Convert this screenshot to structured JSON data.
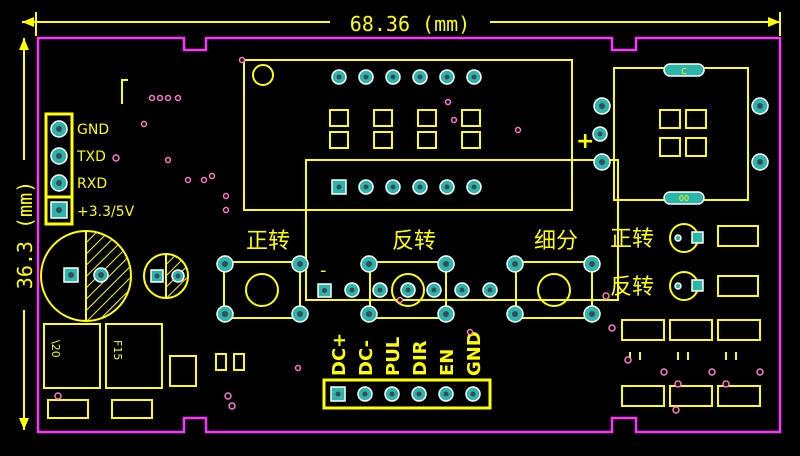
{
  "dimensions": {
    "width_label": "68.36 (mm)",
    "height_label": "36.3 (mm)"
  },
  "header_pins": {
    "labels": [
      "GND",
      "TXD",
      "RXD",
      "+3.3/5V"
    ]
  },
  "buttons": {
    "forward_label": "正转",
    "reverse_label": "反转",
    "subdivision_label": "细分"
  },
  "leds": {
    "forward_label": "正转",
    "reverse_label": "反转"
  },
  "bottom_header": {
    "labels": [
      "DC+",
      "DC-",
      "PUL",
      "DIR",
      "EN",
      "GND"
    ]
  },
  "markers": {
    "plus_sign": "+",
    "minus_sign": "-",
    "capacitor_text": "C",
    "crystal_text": "00",
    "inductor_left": "\\20",
    "inductor_right": "F15"
  },
  "colors": {
    "background": "#000000",
    "silkscreen": "#ffff00",
    "board_outline": "#ff33ff",
    "pad": "#2bb6a9",
    "via": "#ff77cc"
  }
}
